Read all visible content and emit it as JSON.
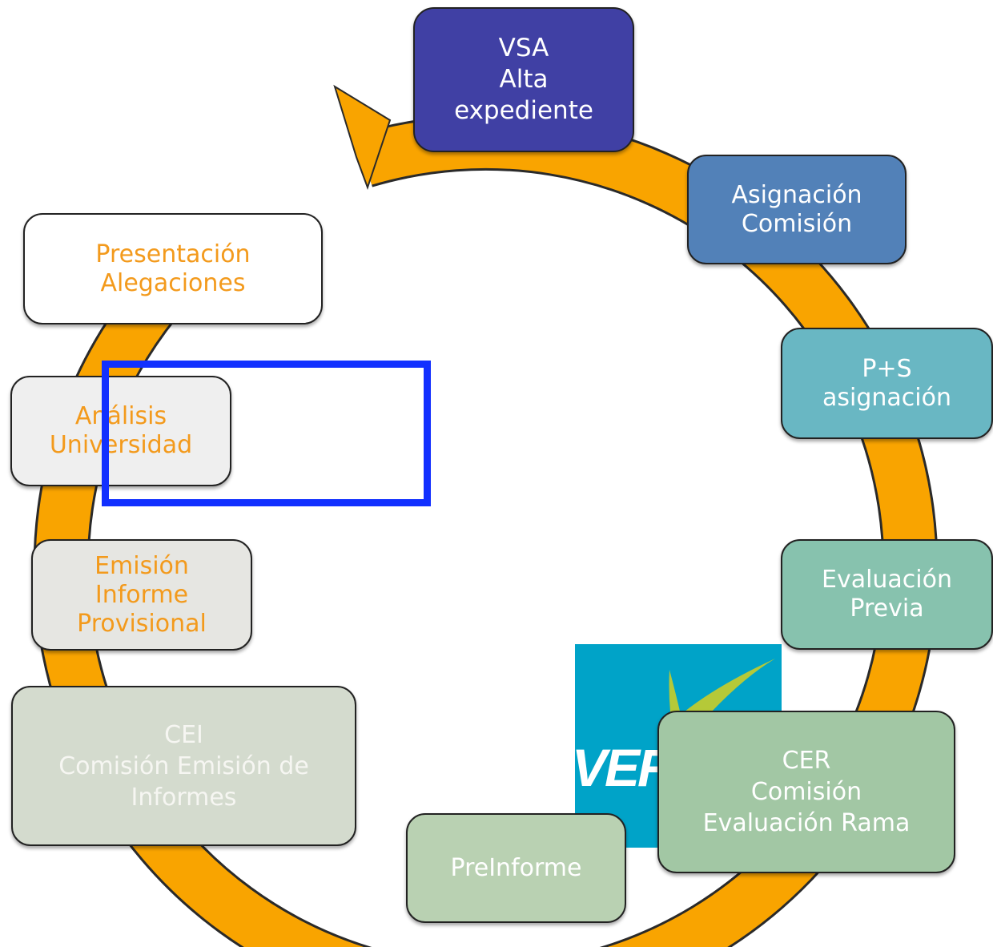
{
  "diagram": {
    "colors": {
      "arrow": "#f9a400",
      "selection": "#1230ff",
      "logo_bg": "#00a3c8",
      "logo_check": "#b5c938"
    },
    "logo": {
      "text": "VER"
    },
    "nodes": [
      {
        "id": "vsa",
        "lines": [
          "VSA",
          "Alta",
          "expediente"
        ],
        "color": "#4040a4"
      },
      {
        "id": "asignacion",
        "lines": [
          "Asignación",
          "Comisión"
        ],
        "color": "#5281b8"
      },
      {
        "id": "ps",
        "lines": [
          "P+S",
          "asignación"
        ],
        "color": "#69b7c3"
      },
      {
        "id": "evaluacion",
        "lines": [
          "Evaluación",
          "Previa"
        ],
        "color": "#87c2ae"
      },
      {
        "id": "cer",
        "lines": [
          "CER",
          "Comisión",
          "Evaluación Rama"
        ],
        "color": "#a2c7a4"
      },
      {
        "id": "preinforme",
        "lines": [
          "PreInforme"
        ],
        "color": "#b9d1b2"
      },
      {
        "id": "cei",
        "lines": [
          "CEI",
          "Comisión Emisión de",
          "Informes"
        ],
        "color": "#d4dbce"
      },
      {
        "id": "emision",
        "lines": [
          "Emisión",
          "Informe",
          "Provisional"
        ],
        "color": "#e6e6e2"
      },
      {
        "id": "analisis",
        "lines": [
          "Análisis",
          "Universidad"
        ],
        "color": "#efefef"
      },
      {
        "id": "presentacion",
        "lines": [
          "Presentación",
          "Alegaciones"
        ],
        "color": "#ffffff"
      }
    ]
  }
}
